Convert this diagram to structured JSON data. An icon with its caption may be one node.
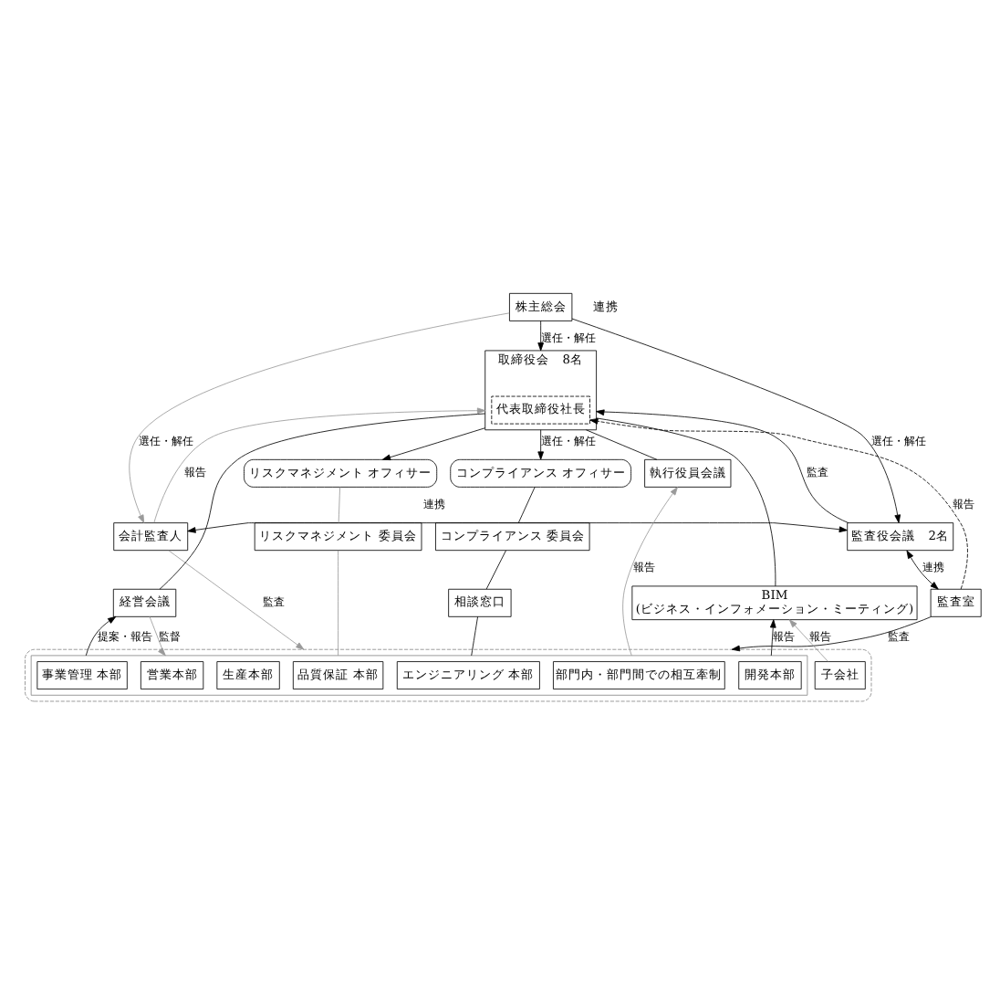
{
  "diagram": {
    "nodes": [
      {
        "text": [
          "株主総会"
        ]
      },
      {
        "text": [
          "会計監査人"
        ]
      },
      {
        "text": [
          "取締役会　8名"
        ]
      },
      {
        "text": [
          "代表取締役社長"
        ],
        "in": 2
      },
      {
        "text": [
          "監査役会議　2名"
        ]
      },
      {
        "text": [
          "監査室"
        ]
      },
      {
        "text": [
          "執行役員会議"
        ]
      },
      {
        "text": [
          "経営会議"
        ]
      },
      {
        "text": [
          "BIM",
          "(ビジネス・インフォメーション・ミーティング)"
        ]
      },
      {
        "text": [
          "コンプライアンス オフィサー"
        ]
      },
      {
        "text": [
          "リスクマネジメント オフィサー"
        ]
      },
      {
        "text": [
          "コンプライアンス 委員会"
        ]
      },
      {
        "text": [
          "リスクマネジメント 委員会"
        ]
      },
      {
        "text": [
          "相談窓口"
        ]
      },
      {
        "text": [],
        "shape": "box"
      },
      {
        "text": [],
        "shape": "box",
        "in": 14
      },
      {
        "text": [
          "事業管理 本部"
        ],
        "in": 15
      },
      {
        "text": [
          "営業本部"
        ],
        "in": 15
      },
      {
        "text": [
          "開発本部"
        ],
        "in": 15
      },
      {
        "text": [
          "エンジニアリング 本部"
        ],
        "in": 15
      },
      {
        "text": [
          "生産本部"
        ],
        "in": 15
      },
      {
        "text": [
          "品質保証 本部"
        ],
        "in": 15
      },
      {
        "text": [
          "部門内・部門間での相互牽制"
        ],
        "in": 15
      },
      {
        "text": [
          "子会社"
        ],
        "in": 14
      }
    ],
    "edges": [
      {
        "from": 0,
        "to": 1,
        "arrow": "to",
        "label": "選任・解任",
        "color": "#999999"
      },
      {
        "from": 0,
        "to": 2,
        "arrow": "to",
        "label": "選任・解任"
      },
      {
        "from": 0,
        "to": 4,
        "arrow": "to",
        "label": "選任・解任"
      },
      {
        "from": 1,
        "to": 2,
        "arrow": "to",
        "label": "報告",
        "color": "#999999"
      },
      {
        "from": 4,
        "to": 2,
        "arrow": "to",
        "label": "監査"
      },
      {
        "from": 1,
        "to": 4,
        "arrow": "both",
        "label": "連携"
      },
      {
        "from": 4,
        "to": 5,
        "arrow": "both",
        "label": "連携"
      },
      {
        "from": 5,
        "to": 3,
        "arrow": "to",
        "label": "報告",
        "style": "dashed"
      },
      {
        "from": 2,
        "to": 6,
        "arrow": "none"
      },
      {
        "from": 2,
        "to": 9,
        "arrow": "to",
        "label": "選任・解任"
      },
      {
        "from": 2,
        "to": 10,
        "arrow": "to"
      },
      {
        "from": 2,
        "to": 7,
        "arrow": "none"
      },
      {
        "from": 2,
        "to": 8,
        "arrow": "none"
      },
      {
        "from": 1,
        "to": 14,
        "arrow": "to",
        "label": "監査",
        "color": "#999999"
      },
      {
        "from": 5,
        "to": 14,
        "arrow": "to",
        "label": "監査"
      },
      {
        "from": 9,
        "to": 11,
        "arrow": "none"
      },
      {
        "from": 11,
        "to": 13,
        "arrow": "none"
      },
      {
        "from": 13,
        "to": 15,
        "arrow": "none"
      },
      {
        "from": 10,
        "to": 12,
        "arrow": "none",
        "color": "#999999"
      },
      {
        "from": 12,
        "to": 15,
        "arrow": "none",
        "color": "#999999"
      },
      {
        "from": 15,
        "to": 6,
        "arrow": "to",
        "label": "報告",
        "color": "#999999"
      },
      {
        "from": 15,
        "to": 7,
        "arrow": "to",
        "label": "提案・報告"
      },
      {
        "from": 7,
        "to": 15,
        "arrow": "to",
        "label": "監督",
        "color": "#999999"
      },
      {
        "from": 15,
        "to": 8,
        "arrow": "to",
        "label": "報告"
      },
      {
        "from": 23,
        "to": 8,
        "arrow": "to",
        "label": "報告",
        "color": "#999999"
      }
    ],
    "labels": [
      "連携"
    ]
  }
}
